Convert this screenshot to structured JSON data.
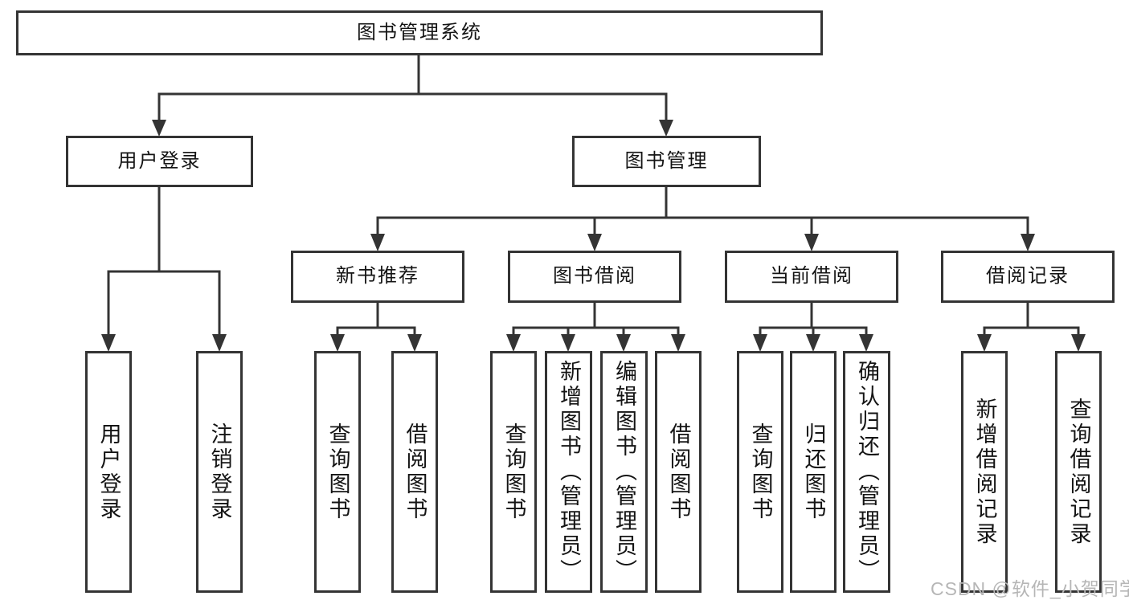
{
  "diagram": {
    "root": {
      "label": "图书管理系统",
      "children": [
        {
          "label": "用户登录",
          "children": [
            {
              "label": "用户登录"
            },
            {
              "label": "注销登录"
            }
          ]
        },
        {
          "label": "图书管理",
          "children": [
            {
              "label": "新书推荐",
              "children": [
                {
                  "label": "查询图书"
                },
                {
                  "label": "借阅图书"
                }
              ]
            },
            {
              "label": "图书借阅",
              "children": [
                {
                  "label": "查询图书"
                },
                {
                  "label": "新增图书（管理员）"
                },
                {
                  "label": "编辑图书（管理员）"
                },
                {
                  "label": "借阅图书"
                }
              ]
            },
            {
              "label": "当前借阅",
              "children": [
                {
                  "label": "查询图书"
                },
                {
                  "label": "归还图书"
                },
                {
                  "label": "确认归还（管理员）"
                }
              ]
            },
            {
              "label": "借阅记录",
              "children": [
                {
                  "label": "新增借阅记录"
                },
                {
                  "label": "查询借阅记录"
                }
              ]
            }
          ]
        }
      ]
    },
    "colors": {
      "line": "#343434",
      "box_border": "#343434",
      "box_fill": "#ffffff",
      "text": "#141414",
      "background": "#ffffff"
    }
  },
  "watermark": {
    "text": "CSDN @软件_小贺同学",
    "color": "#b6b6b6"
  }
}
